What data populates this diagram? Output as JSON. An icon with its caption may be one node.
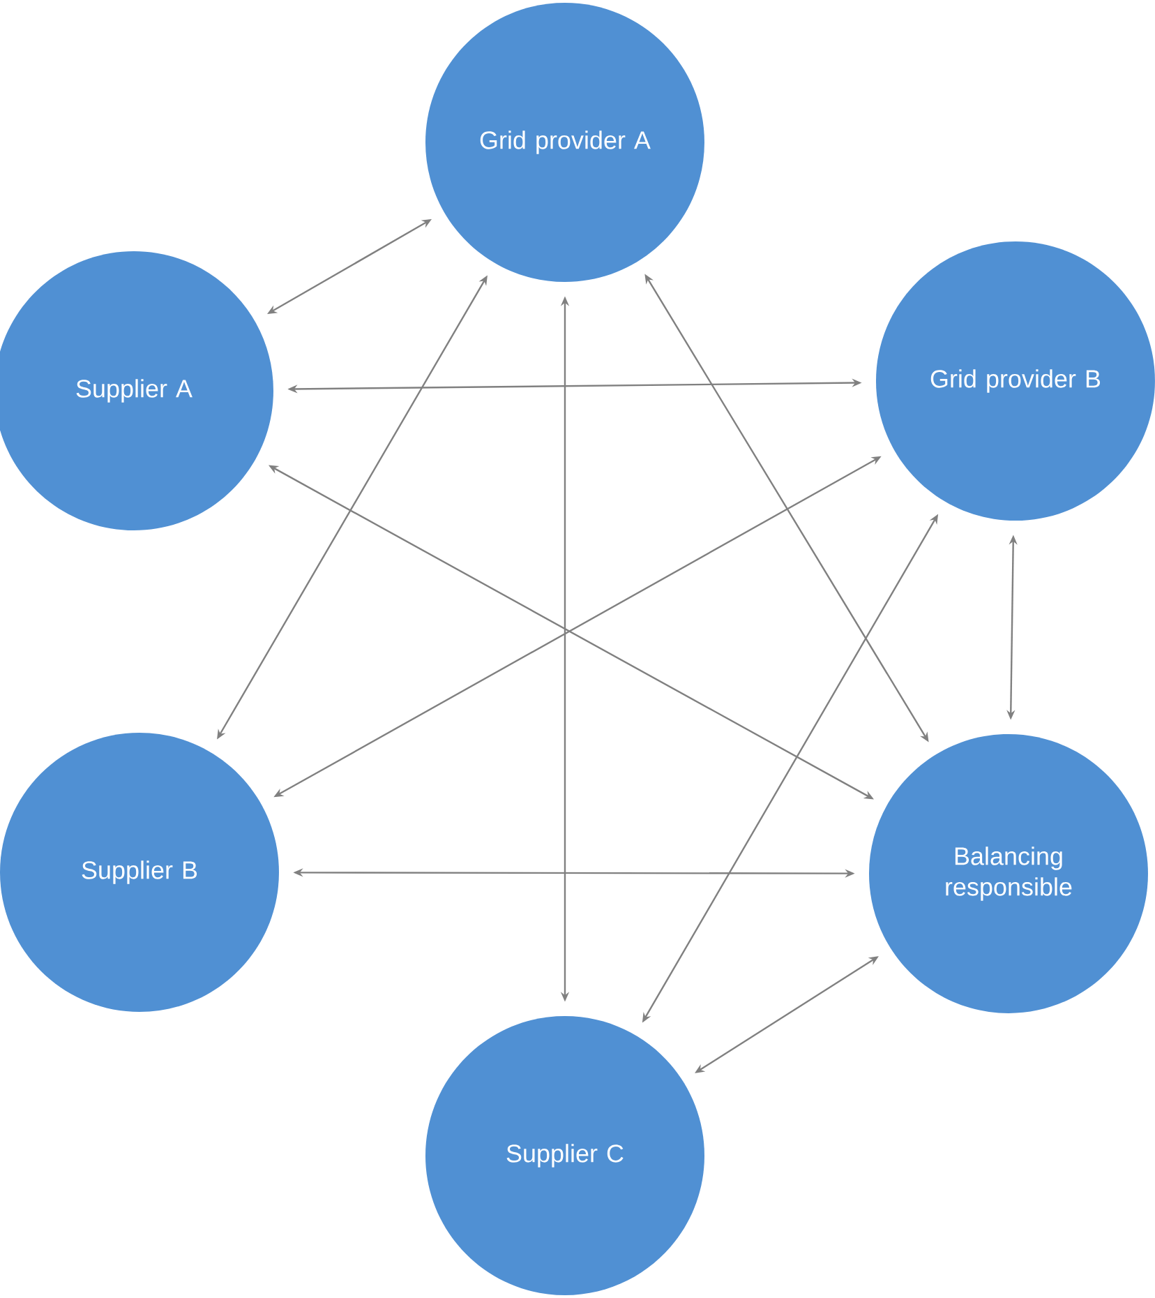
{
  "diagram": {
    "nodes": [
      {
        "text": [
          "Grid provider A"
        ]
      },
      {
        "text": [
          "Supplier A"
        ]
      },
      {
        "text": [
          "Grid provider B"
        ]
      },
      {
        "text": [
          "Supplier B"
        ]
      },
      {
        "text": [
          "Balancing responsible"
        ]
      },
      {
        "text": [
          "Supplier C"
        ]
      }
    ],
    "edges": [
      {
        "from": 0,
        "to": 1,
        "arrow": "both"
      },
      {
        "from": 1,
        "to": 2,
        "arrow": "both"
      },
      {
        "from": 0,
        "to": 3,
        "arrow": "both"
      },
      {
        "from": 0,
        "to": 5,
        "arrow": "both"
      },
      {
        "from": 0,
        "to": 4,
        "arrow": "both"
      },
      {
        "from": 2,
        "to": 3,
        "arrow": "both"
      },
      {
        "from": 1,
        "to": 4,
        "arrow": "both"
      },
      {
        "from": 2,
        "to": 5,
        "arrow": "both"
      },
      {
        "from": 2,
        "to": 4,
        "arrow": "both"
      },
      {
        "from": 3,
        "to": 4,
        "arrow": "both"
      },
      {
        "from": 4,
        "to": 5,
        "arrow": "both"
      }
    ]
  }
}
